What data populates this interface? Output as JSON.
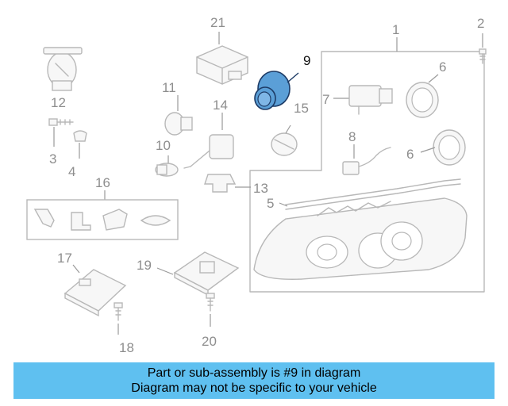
{
  "diagram": {
    "highlight_part": "9",
    "highlight_color": "#5b9fd7",
    "callouts": {
      "c1": "1",
      "c2": "2",
      "c3": "3",
      "c4": "4",
      "c5": "5",
      "c6a": "6",
      "c6b": "6",
      "c7": "7",
      "c8": "8",
      "c9": "9",
      "c10": "10",
      "c11": "11",
      "c12": "12",
      "c13": "13",
      "c14": "14",
      "c15": "15",
      "c16": "16",
      "c17": "17",
      "c18": "18",
      "c19": "19",
      "c20": "20",
      "c21": "21"
    }
  },
  "banner": {
    "background": "#5fc0f0",
    "line1": "Part or sub-assembly is #9 in diagram",
    "line2": "Diagram may not be specific to your vehicle"
  }
}
